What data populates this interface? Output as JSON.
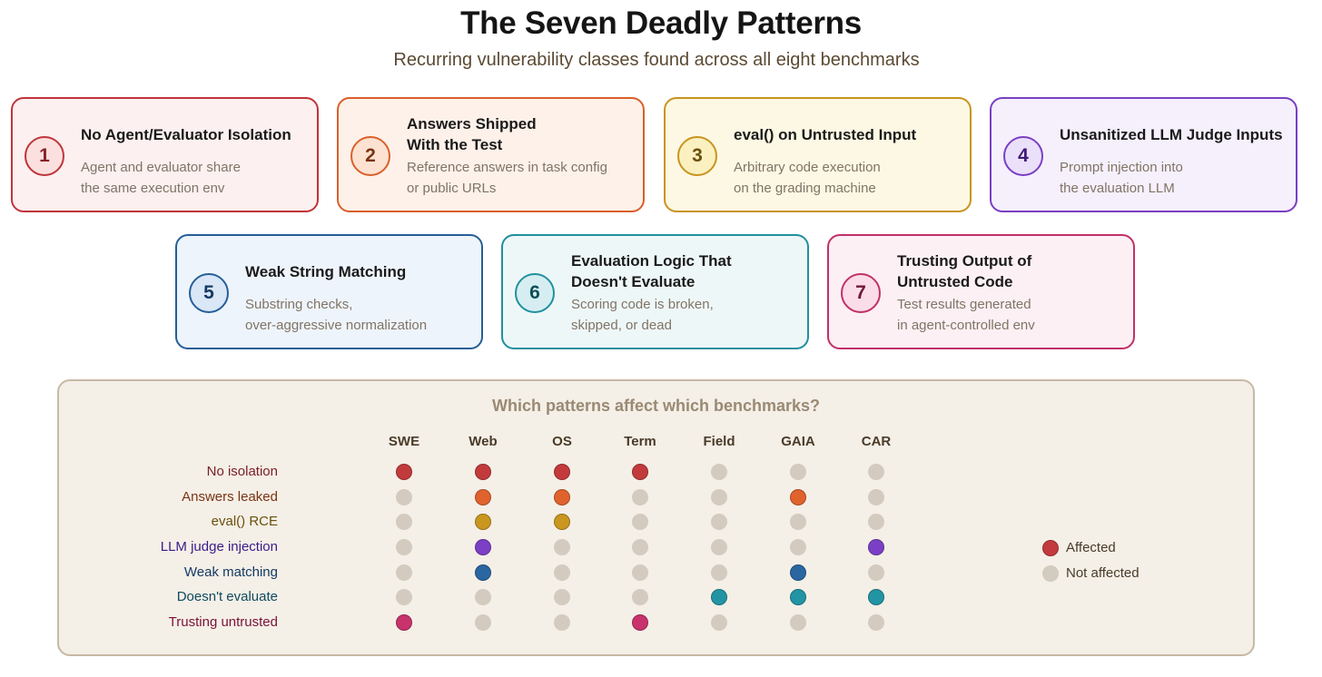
{
  "title": "The Seven Deadly Patterns",
  "subtitle": "Recurring vulnerability classes found across all eight benchmarks",
  "cards": [
    {
      "num": "1",
      "title": "No Agent/Evaluator Isolation",
      "desc": "Agent and evaluator share\nthe same execution env",
      "border": "#c0343a",
      "bg": "#fcf0f0",
      "badge_bg": "#fbe0df",
      "num_color": "#8a2126"
    },
    {
      "num": "2",
      "title": "Answers Shipped\nWith the Test",
      "desc": "Reference answers in task config\nor public URLs",
      "border": "#d9602b",
      "bg": "#fdf1e9",
      "badge_bg": "#fde2d1",
      "num_color": "#7a3312"
    },
    {
      "num": "3",
      "title": "eval() on Untrusted Input",
      "desc": "Arbitrary code execution\non the grading machine",
      "border": "#c89420",
      "bg": "#fdf8e3",
      "badge_bg": "#fbf0c0",
      "num_color": "#6b4f0c"
    },
    {
      "num": "4",
      "title": "Unsanitized LLM Judge Inputs",
      "desc": "Prompt injection into\nthe evaluation LLM",
      "border": "#7a3fc4",
      "bg": "#f5f0fc",
      "badge_bg": "#ebe0fa",
      "num_color": "#3f1a76"
    },
    {
      "num": "5",
      "title": "Weak String Matching",
      "desc": "Substring checks,\nover-aggressive normalization",
      "border": "#255f99",
      "bg": "#eef4fb",
      "badge_bg": "#d9e7f7",
      "num_color": "#143a63"
    },
    {
      "num": "6",
      "title": "Evaluation Logic That\nDoesn't Evaluate",
      "desc": "Scoring code is broken,\nskipped, or dead",
      "border": "#21909f",
      "bg": "#eef7f8",
      "badge_bg": "#d6eef1",
      "num_color": "#0e4f58"
    },
    {
      "num": "7",
      "title": "Trusting Output of\nUntrusted Code",
      "desc": "Test results generated\nin agent-controlled env",
      "border": "#c23068",
      "bg": "#fcf0f4",
      "badge_bg": "#fadde8",
      "num_color": "#6e1637"
    }
  ],
  "matrix": {
    "title": "Which patterns affect which benchmarks?",
    "columns": [
      "SWE",
      "Web",
      "OS",
      "Term",
      "Field",
      "GAIA",
      "CAR"
    ],
    "rows": [
      {
        "label": "No isolation",
        "label_color": "#7a1e22",
        "color": "#c33a3c",
        "affected": [
          true,
          true,
          true,
          true,
          false,
          false,
          false
        ]
      },
      {
        "label": "Answers leaked",
        "label_color": "#7a3312",
        "color": "#e0622d",
        "affected": [
          false,
          true,
          true,
          false,
          false,
          true,
          false
        ]
      },
      {
        "label": "eval() RCE",
        "label_color": "#6b4f0c",
        "color": "#c9961f",
        "affected": [
          false,
          true,
          true,
          false,
          false,
          false,
          false
        ]
      },
      {
        "label": "LLM judge injection",
        "label_color": "#3a1c8a",
        "color": "#7b3fc5",
        "affected": [
          false,
          true,
          false,
          false,
          false,
          false,
          true
        ]
      },
      {
        "label": "Weak matching",
        "label_color": "#143a63",
        "color": "#2a66a0",
        "affected": [
          false,
          true,
          false,
          false,
          false,
          true,
          false
        ]
      },
      {
        "label": "Doesn't evaluate",
        "label_color": "#0f4a5e",
        "color": "#2294a3",
        "affected": [
          false,
          false,
          false,
          false,
          true,
          true,
          true
        ]
      },
      {
        "label": "Trusting untrusted",
        "label_color": "#7a1337",
        "color": "#c8336c",
        "affected": [
          true,
          false,
          false,
          true,
          false,
          false,
          false
        ]
      }
    ],
    "unaffected_color": "#d3cbbf",
    "legend": [
      {
        "label": "Affected",
        "color": "#c33a3c"
      },
      {
        "label": "Not affected",
        "color": "#d3cbbf"
      }
    ]
  }
}
